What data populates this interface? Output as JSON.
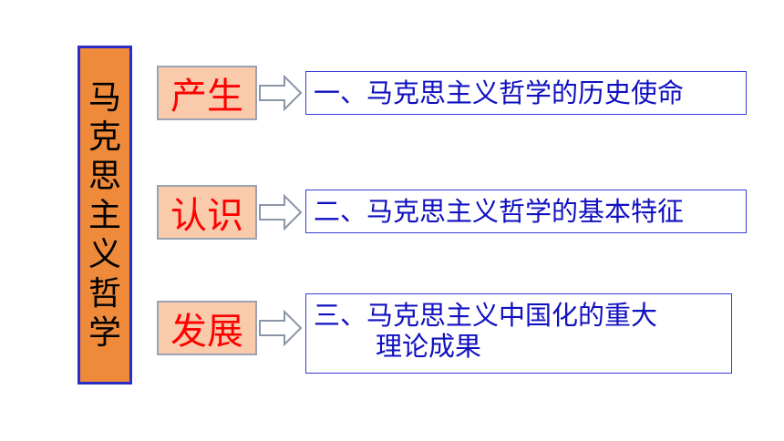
{
  "vertical_title": [
    "马",
    "克",
    "思",
    "主",
    "义",
    "哲",
    "学"
  ],
  "rows": [
    {
      "tag": "产生",
      "text": "一、马克思主义哲学的历史使命"
    },
    {
      "tag": "认识",
      "text": "二、马克思主义哲学的基本特征"
    },
    {
      "tag": "发展",
      "text": "三、马克思主义中国化的重大",
      "text2": "理论成果"
    }
  ],
  "colors": {
    "title_fill": "#ee8a3a",
    "tag_fill": "#f9cbab",
    "tag_text": "#ff0000",
    "item_text": "#1010c0",
    "border": "#2c2cc8"
  }
}
